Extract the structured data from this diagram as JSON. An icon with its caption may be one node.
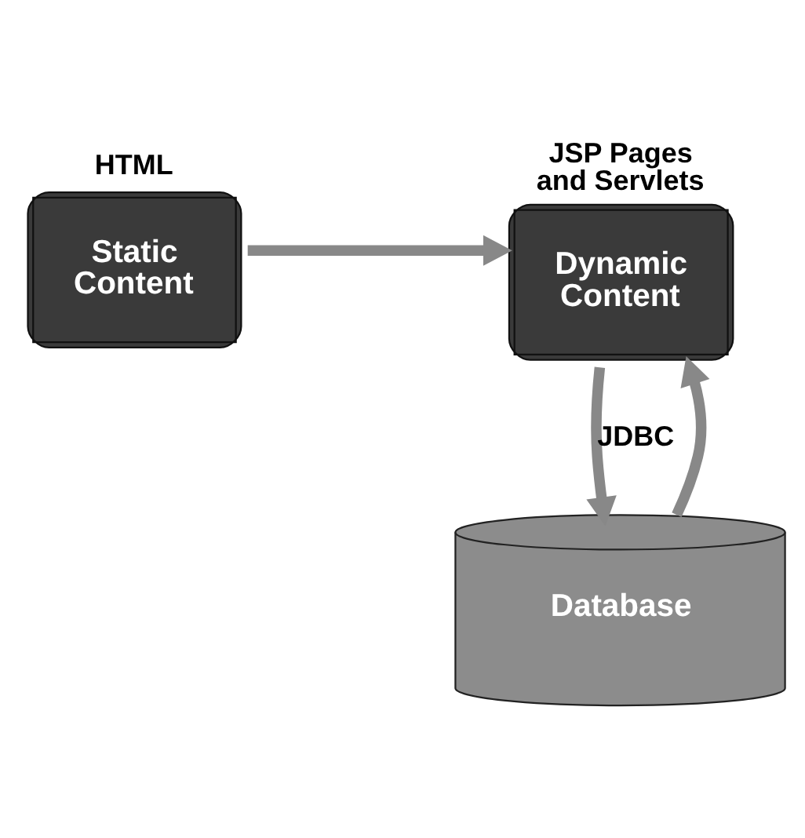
{
  "diagram": {
    "nodes": [
      {
        "text": [
          "HTML",
          "Static Content"
        ]
      },
      {
        "text": [
          "JSP Pages and Servlets",
          "Dynamic Content"
        ]
      },
      {
        "text": [
          "Database"
        ]
      }
    ],
    "edges": [
      {
        "from": 0,
        "to": 1,
        "arrow": "to"
      },
      {
        "from": 1,
        "to": 2,
        "arrow": "to",
        "label": "JDBC"
      },
      {
        "from": 2,
        "to": 1,
        "arrow": "to"
      }
    ]
  }
}
